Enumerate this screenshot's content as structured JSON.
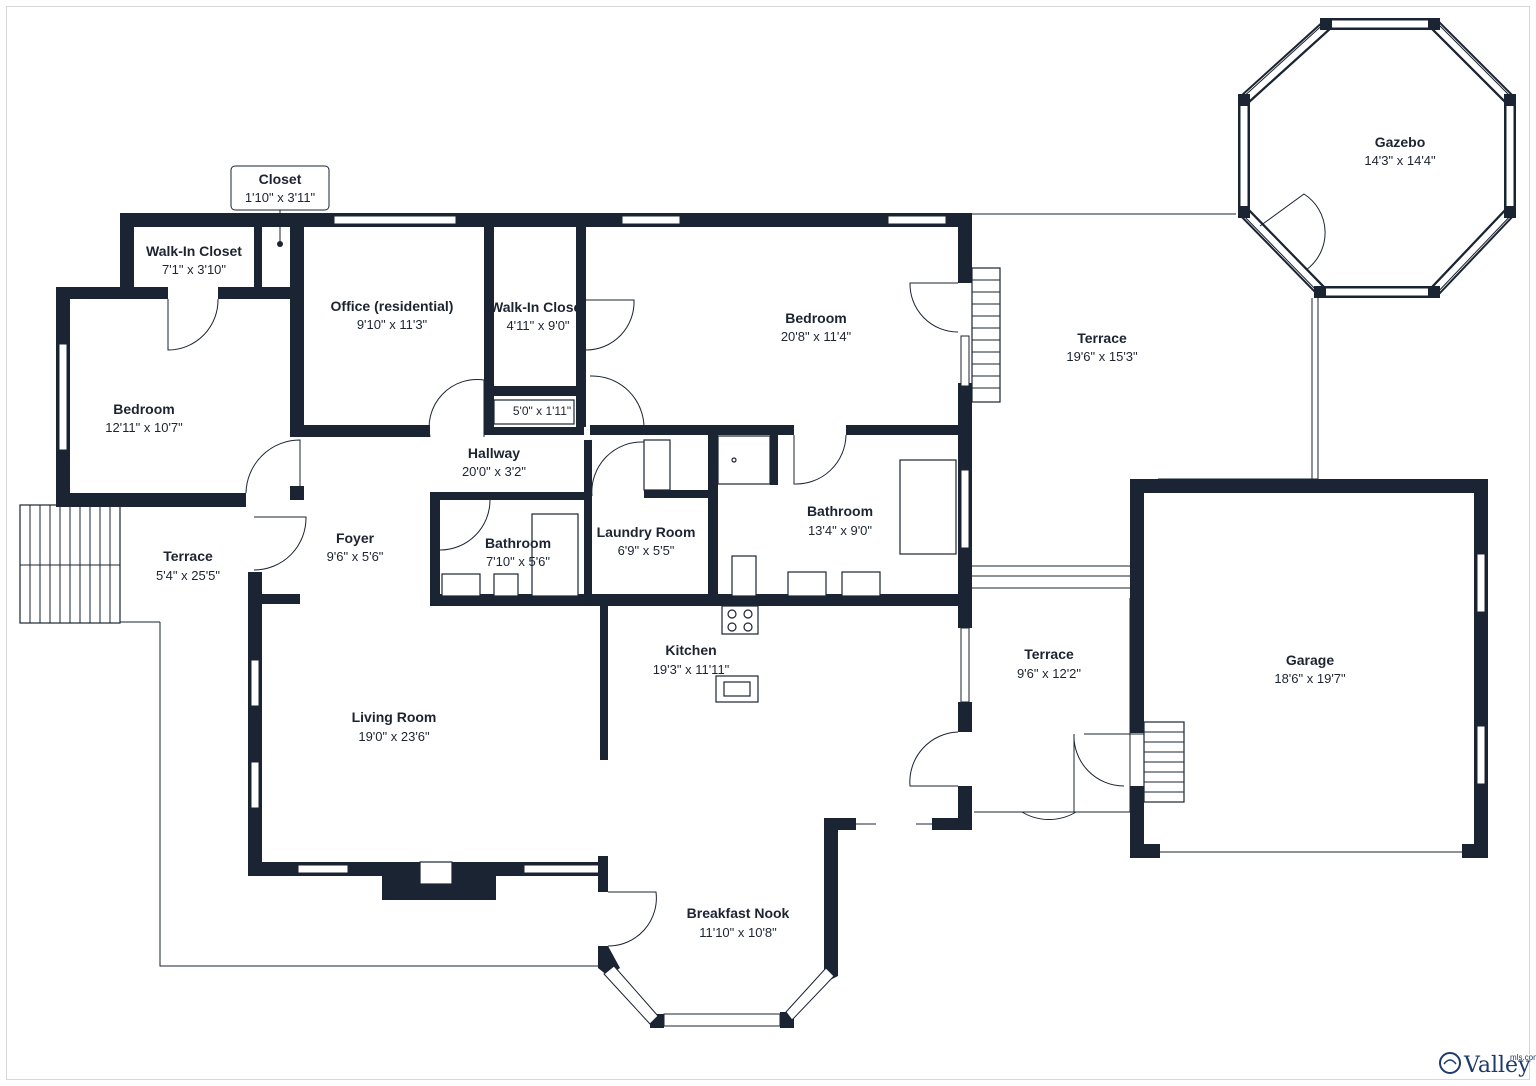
{
  "rooms": [
    {
      "name": "Closet",
      "dim": "1'10\" x 3'11\""
    },
    {
      "name": "Walk-In Closet",
      "dim": "7'1\" x 3'10\""
    },
    {
      "name": "Office (residential)",
      "dim": "9'10\" x 11'3\""
    },
    {
      "name": "Walk-In Closet",
      "dim": "4'11\" x 9'0\""
    },
    {
      "name": "Bedroom",
      "dim": "20'8\" x 11'4\""
    },
    {
      "name": "Terrace",
      "dim": "19'6\" x 15'3\""
    },
    {
      "name": "Gazebo",
      "dim": "14'3\" x 14'4\""
    },
    {
      "name": "Bedroom",
      "dim": "12'11\" x 10'7\""
    },
    {
      "name": "",
      "dim": "5'0\" x 1'11\""
    },
    {
      "name": "Hallway",
      "dim": "20'0\" x 3'2\""
    },
    {
      "name": "Foyer",
      "dim": "9'6\" x 5'6\""
    },
    {
      "name": "Terrace",
      "dim": "5'4\" x 25'5\""
    },
    {
      "name": "Bathroom",
      "dim": "7'10\" x 5'6\""
    },
    {
      "name": "Laundry Room",
      "dim": "6'9\" x 5'5\""
    },
    {
      "name": "Bathroom",
      "dim": "13'4\" x 9'0\""
    },
    {
      "name": "Kitchen",
      "dim": "19'3\" x 11'11\""
    },
    {
      "name": "Living Room",
      "dim": "19'0\" x 23'6\""
    },
    {
      "name": "Terrace",
      "dim": "9'6\" x 12'2\""
    },
    {
      "name": "Garage",
      "dim": "18'6\" x 19'7\""
    },
    {
      "name": "Breakfast Nook",
      "dim": "11'10\" x 10'8\""
    }
  ],
  "logo": {
    "brand": "Valley",
    "suffix": "mls.com"
  },
  "colors": {
    "wall": "#1b2433",
    "text": "#1d2431",
    "logo": "#1d3a6b"
  }
}
